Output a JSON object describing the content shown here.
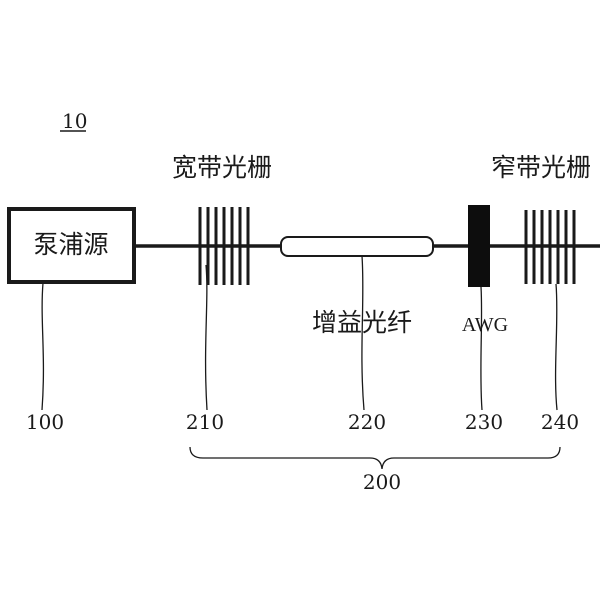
{
  "figure_label": "10",
  "components": {
    "pump": {
      "label": "泵浦源",
      "ref": "100"
    },
    "broadband_grating": {
      "label": "宽带光栅",
      "ref": "210"
    },
    "gain_fiber": {
      "label": "增益光纤",
      "ref": "220"
    },
    "awg": {
      "label": "AWG",
      "ref": "230"
    },
    "narrowband_grating": {
      "label": "窄带光栅",
      "ref": "240"
    }
  },
  "group": {
    "ref": "200"
  },
  "colors": {
    "ink": "#1a1a1a",
    "background": "#ffffff"
  }
}
